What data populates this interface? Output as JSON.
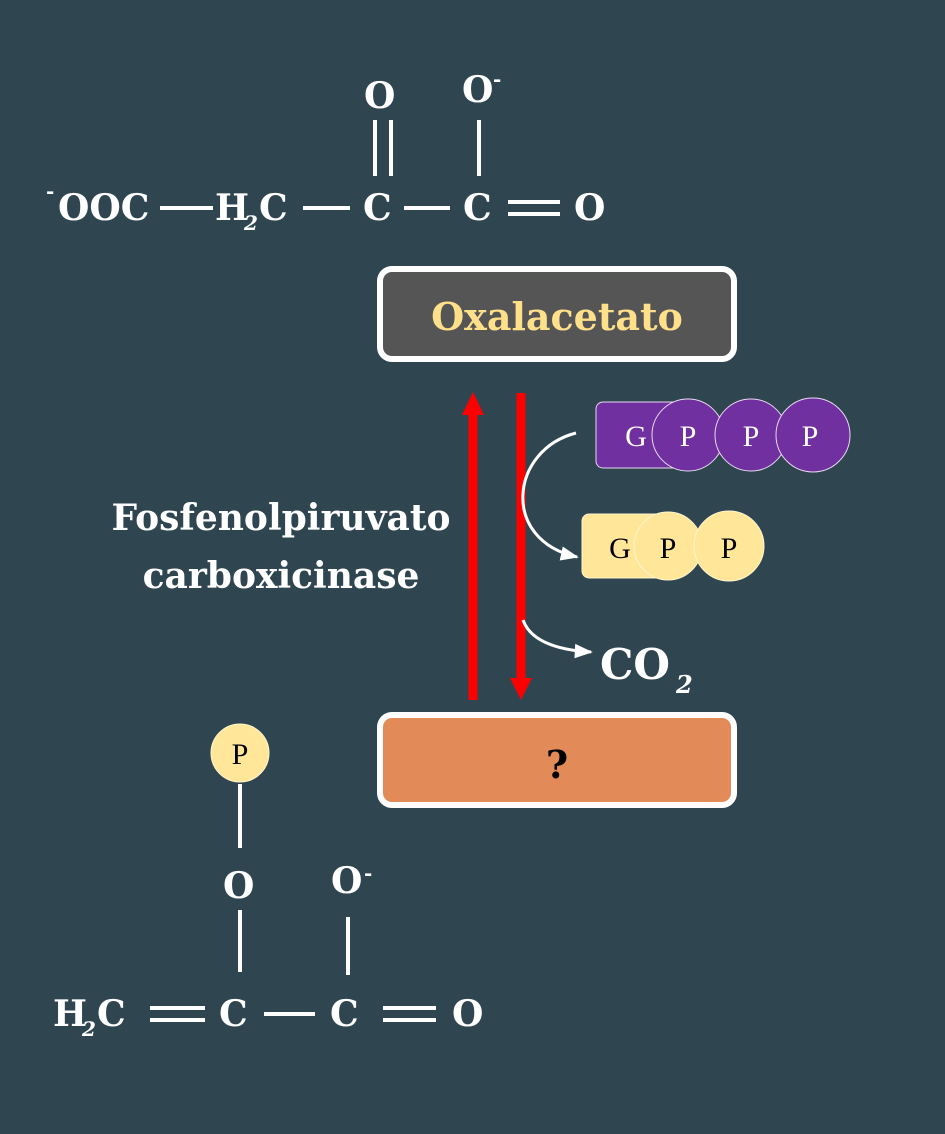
{
  "oxaloacetate": {
    "box_label": "Oxalacetato",
    "formula": {
      "charge_minus": "-",
      "ooc": "OOC",
      "h": "H",
      "h_sub": "2",
      "c1": "C",
      "c2": "C",
      "c3": "C",
      "o_top": "O",
      "o_minus": "O",
      "o_minus_charge": "-",
      "o_right": "O"
    }
  },
  "enzyme": {
    "line1": "Fosfenolpiruvato",
    "line2": "carboxicinase"
  },
  "gtp": {
    "g": "G",
    "p1": "P",
    "p2": "P",
    "p3": "P"
  },
  "gdp": {
    "g": "G",
    "p1": "P",
    "p2": "P"
  },
  "co2": {
    "co": "CO",
    "sub": "2"
  },
  "product": {
    "box_label": "?",
    "formula": {
      "p": "P",
      "o_link": "O",
      "o_minus": "O",
      "o_minus_charge": "-",
      "h": "H",
      "h_sub": "2",
      "c1": "C",
      "c2": "C",
      "c3": "C",
      "o_right": "O"
    }
  },
  "colors": {
    "background": "#2f4550",
    "oxaloacetate_box": "#555555",
    "oxaloacetate_text": "#ffe08a",
    "product_box": "#e38b58",
    "arrows": "#ff0000",
    "gtp_beads": "#7030a0",
    "gdp_beads": "#ffe699"
  }
}
